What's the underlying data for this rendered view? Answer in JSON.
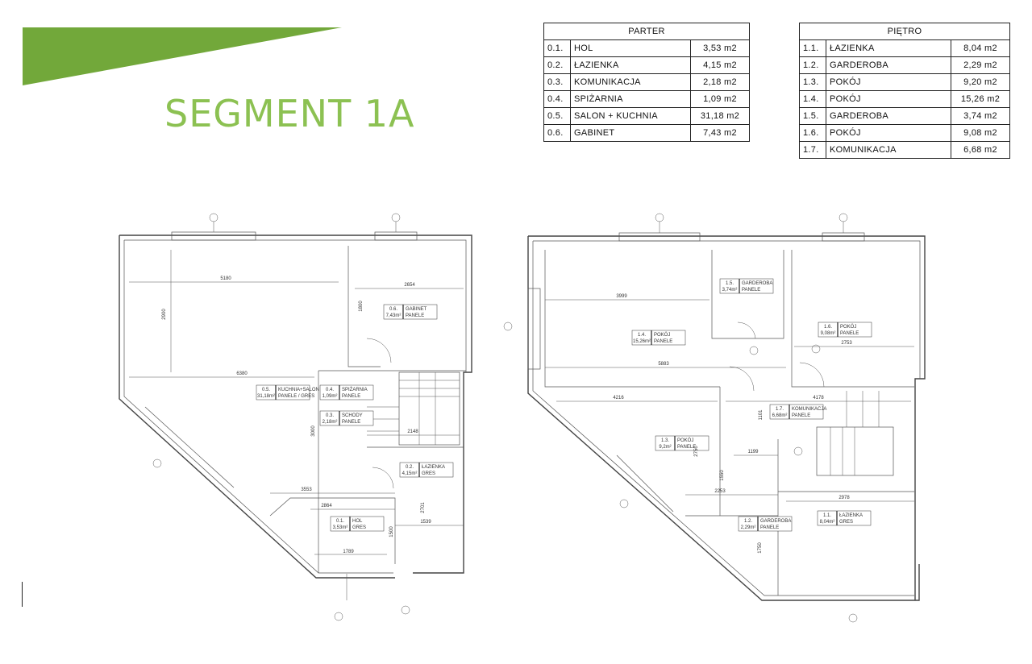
{
  "title": "SEGMENT 1A",
  "colors": {
    "accent": "#8cc152",
    "banner": "#72a83a"
  },
  "parter": {
    "header": "PARTER",
    "rows": [
      {
        "num": "0.1.",
        "name": "HOL",
        "area": "3,53 m2"
      },
      {
        "num": "0.2.",
        "name": "ŁAZIENKA",
        "area": "4,15 m2"
      },
      {
        "num": "0.3.",
        "name": "KOMUNIKACJA",
        "area": "2,18 m2"
      },
      {
        "num": "0.4.",
        "name": "SPIŻARNIA",
        "area": "1,09 m2"
      },
      {
        "num": "0.5.",
        "name": "SALON + KUCHNIA",
        "area": "31,18 m2"
      },
      {
        "num": "0.6.",
        "name": "GABINET",
        "area": "7,43 m2"
      }
    ]
  },
  "pietro": {
    "header": "PIĘTRO",
    "rows": [
      {
        "num": "1.1.",
        "name": "ŁAZIENKA",
        "area": "8,04 m2"
      },
      {
        "num": "1.2.",
        "name": "GARDEROBA",
        "area": "2,29 m2"
      },
      {
        "num": "1.3.",
        "name": "POKÓJ",
        "area": "9,20 m2"
      },
      {
        "num": "1.4.",
        "name": "POKÓJ",
        "area": "15,26 m2"
      },
      {
        "num": "1.5.",
        "name": "GARDEROBA",
        "area": "3,74 m2"
      },
      {
        "num": "1.6.",
        "name": "POKÓJ",
        "area": "9,08 m2"
      },
      {
        "num": "1.7.",
        "name": "KOMUNIKACJA",
        "area": "6,68 m2"
      }
    ]
  },
  "plan_ground": {
    "dims": [
      "5180",
      "2654",
      "2900",
      "1800",
      "6380",
      "3000",
      "2148",
      "3553",
      "2864",
      "1539",
      "2701",
      "1500",
      "1789"
    ],
    "rooms": [
      {
        "num": "0.6.",
        "name": "GABINET",
        "area": "7,43m²",
        "floor": "PANELE"
      },
      {
        "num": "0.5.",
        "name": "KUCHNIA+SALON",
        "area": "31,18m²",
        "floor": "PANELE / GRES"
      },
      {
        "num": "0.4.",
        "name": "SPIŻARNIA",
        "area": "1,09m²",
        "floor": "PANELE"
      },
      {
        "num": "0.3.",
        "name": "SCHODY",
        "area": "2,18m²",
        "floor": "PANELE"
      },
      {
        "num": "0.2.",
        "name": "ŁAZIENKA",
        "area": "4,15m²",
        "floor": "GRES"
      },
      {
        "num": "0.1.",
        "name": "HOL",
        "area": "3,53m²",
        "floor": "GRES"
      }
    ]
  },
  "plan_upper": {
    "dims": [
      "3999",
      "5883",
      "2753",
      "4216",
      "4178",
      "1101",
      "1199",
      "2253",
      "2978",
      "2750",
      "1750",
      "1550"
    ],
    "rooms": [
      {
        "num": "1.5.",
        "name": "GARDEROBA",
        "area": "3,74m²",
        "floor": "PANELE"
      },
      {
        "num": "1.4.",
        "name": "POKÓJ",
        "area": "15,26m²",
        "floor": "PANELE"
      },
      {
        "num": "1.6.",
        "name": "POKÓJ",
        "area": "9,08m²",
        "floor": "PANELE"
      },
      {
        "num": "1.7.",
        "name": "KOMUNIKACJA",
        "area": "6,68m²",
        "floor": "PANELE"
      },
      {
        "num": "1.3.",
        "name": "POKÓJ",
        "area": "9,2m²",
        "floor": "PANELE"
      },
      {
        "num": "1.2.",
        "name": "GARDEROBA",
        "area": "2,29m²",
        "floor": "PANELE"
      },
      {
        "num": "1.1.",
        "name": "ŁAZIENKA",
        "area": "8,04m²",
        "floor": "GRES"
      }
    ]
  }
}
